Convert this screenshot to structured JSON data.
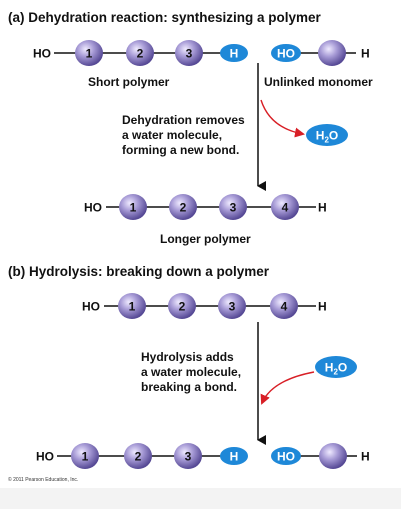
{
  "section_a": {
    "title": "(a) Dehydration reaction: synthesizing a polymer",
    "short_polymer": {
      "end_left": "HO",
      "units": [
        "1",
        "2",
        "3"
      ],
      "end_right": "H",
      "label": "Short polymer"
    },
    "monomer": {
      "end_left": "HO",
      "end_right": "H",
      "label": "Unlinked monomer"
    },
    "step_text": [
      "Dehydration removes",
      "a water molecule,",
      "forming a new bond."
    ],
    "water": {
      "main": "H",
      "sub": "2",
      "tail": "O"
    },
    "longer_polymer": {
      "end_left": "HO",
      "units": [
        "1",
        "2",
        "3",
        "4"
      ],
      "end_right": "H",
      "label": "Longer polymer"
    }
  },
  "section_b": {
    "title": "(b) Hydrolysis: breaking down a polymer",
    "polymer": {
      "end_left": "HO",
      "units": [
        "1",
        "2",
        "3",
        "4"
      ],
      "end_right": "H"
    },
    "step_text": [
      "Hydrolysis adds",
      "a water molecule,",
      "breaking a bond."
    ],
    "water": {
      "main": "H",
      "sub": "2",
      "tail": "O"
    },
    "result_polymer": {
      "end_left": "HO",
      "units": [
        "1",
        "2",
        "3"
      ],
      "end_right": "H"
    },
    "result_monomer": {
      "end_left": "HO",
      "end_right": "H"
    }
  },
  "copyright": "© 2011 Pearson Education, Inc.",
  "colors": {
    "sphere_light": "#dcd6f2",
    "sphere_dark": "#5a4c9c",
    "pill": "#1e88d8",
    "arrow_red": "#d81f26",
    "text": "#111111"
  }
}
